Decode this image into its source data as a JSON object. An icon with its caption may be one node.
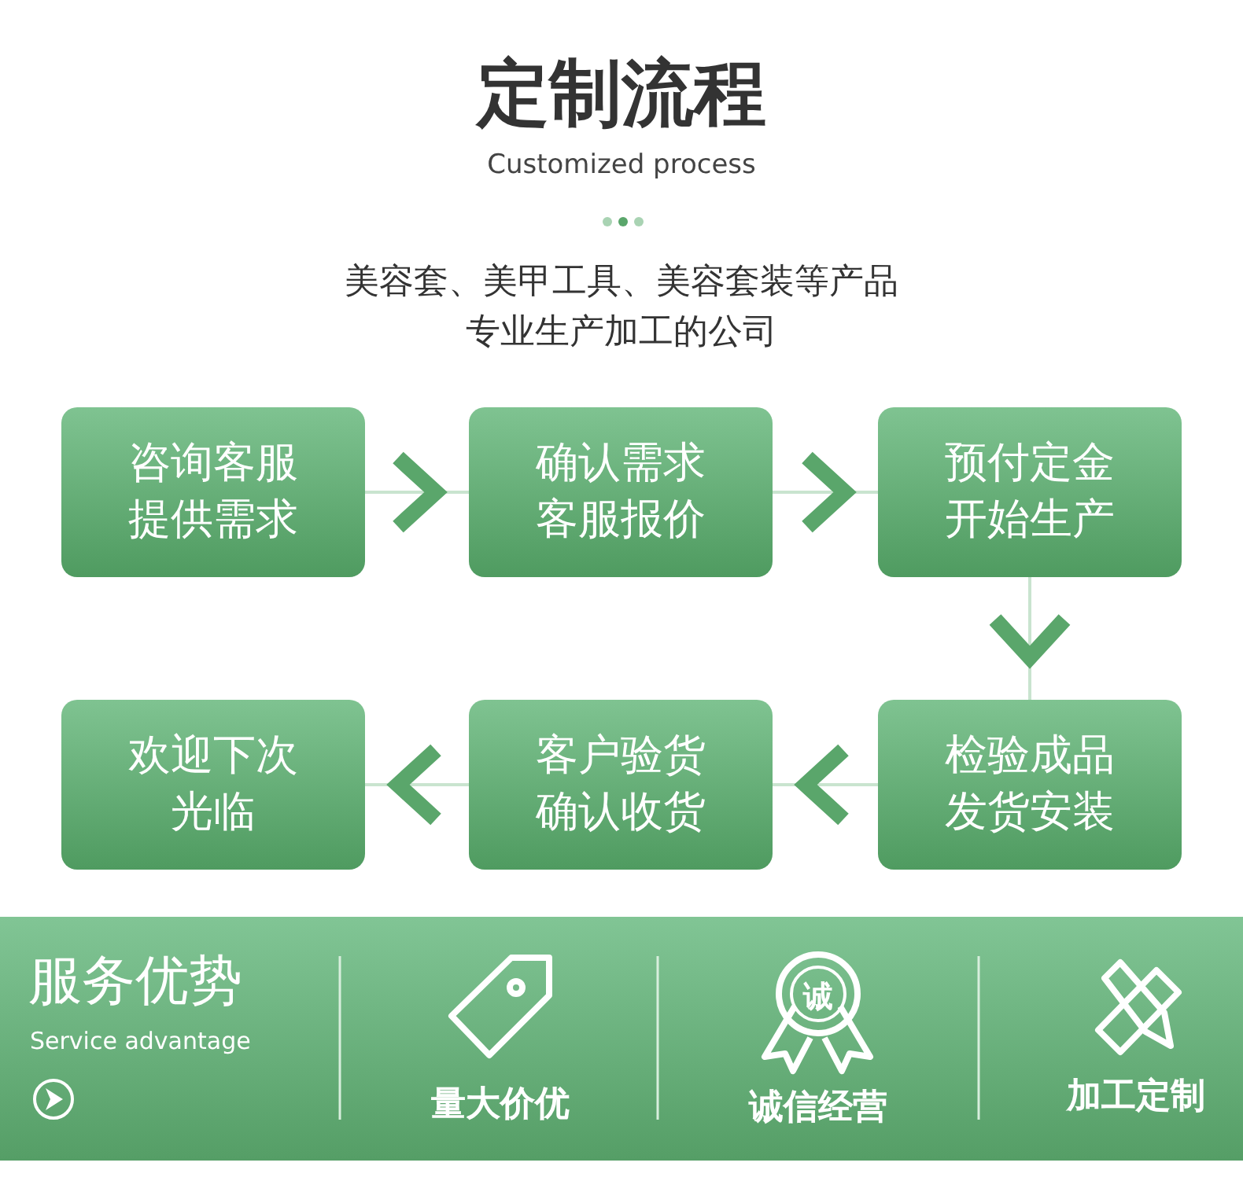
{
  "diagram": {
    "title": "定制流程",
    "nodes": [
      {
        "text": [
          "咨询客服提供需求"
        ]
      },
      {
        "text": [
          "确认需求客服报价"
        ]
      },
      {
        "text": [
          "预付定金开始生产"
        ]
      },
      {
        "text": [
          "欢迎下次光临"
        ]
      },
      {
        "text": [
          "客户验货确认收货"
        ]
      },
      {
        "text": [
          "检验成品发货安装"
        ]
      }
    ],
    "edges": [
      {
        "from": 0,
        "to": 1,
        "arrow": "to"
      },
      {
        "from": 1,
        "to": 2,
        "arrow": "to"
      },
      {
        "from": 2,
        "to": 5,
        "arrow": "to"
      },
      {
        "from": 5,
        "to": 4,
        "arrow": "to"
      },
      {
        "from": 4,
        "to": 3,
        "arrow": "to"
      }
    ],
    "labels": [
      "Customized process",
      "美容套、美甲工具、美容套装等产品专业生产加工的公司",
      "服务优势",
      "Service advantage",
      "诚",
      "量大价优",
      "诚信经营",
      "加工定制"
    ]
  }
}
